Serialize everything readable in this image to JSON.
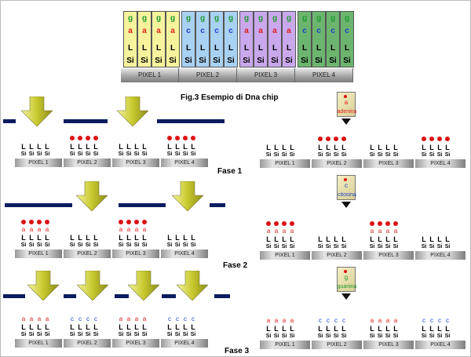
{
  "figure_title": "Fig.3 Esempio di Dna chip",
  "phase_labels": [
    "Fase 1",
    "Fase 2",
    "Fase 3"
  ],
  "top_chip": {
    "pixels": [
      "PIXEL 1",
      "PIXEL 2",
      "PIXEL 3",
      "PIXEL 4"
    ],
    "columns": [
      {
        "rows": [
          "g",
          "a",
          "L",
          "Si"
        ]
      },
      {
        "rows": [
          "g",
          "c",
          "L",
          "Si"
        ]
      },
      {
        "rows": [
          "g",
          "a",
          "L",
          "Si"
        ]
      },
      {
        "rows": [
          "g",
          "c",
          "L",
          "Si"
        ]
      }
    ],
    "colors": {
      "pixel_fills": [
        "#f7f39d",
        "#a9d1f2",
        "#c9a8ec",
        "#6cb56f"
      ],
      "g": "#1e9a2e",
      "a": "#e01c1c",
      "c": "#1d3fcf"
    }
  },
  "chip_rows": {
    "pixels": [
      "PIXEL 1",
      "PIXEL 2",
      "PIXEL 3",
      "PIXEL 4"
    ],
    "linker": "L",
    "substrate": "Si"
  },
  "reagents": [
    {
      "base": "a",
      "name": "adenina",
      "color": "#e01c1c"
    },
    {
      "base": "c",
      "name": "citosina",
      "color": "#1d3fcf"
    },
    {
      "base": "g",
      "name": "guanina",
      "color": "#1e9a2e"
    }
  ],
  "colors": {
    "mask": "#0c1c60",
    "arrow": "#cccc33",
    "dot": "#dd1111",
    "a": "#e01c1c",
    "c": "#1d3fcf"
  }
}
